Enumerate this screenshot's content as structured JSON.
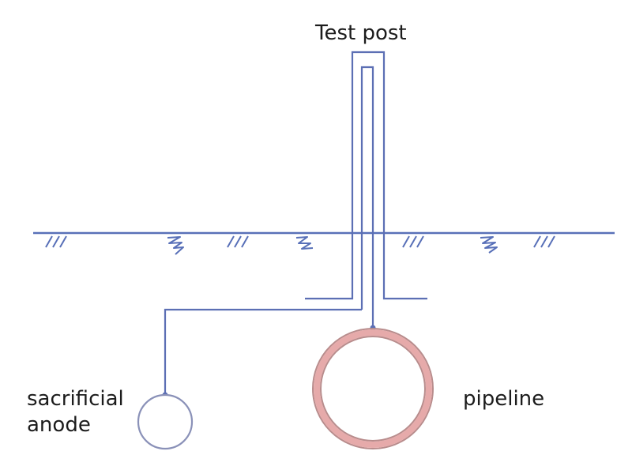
{
  "labels": {
    "test_post": "Test post",
    "sacrificial_anode_line1": "sacrificial",
    "sacrificial_anode_line2": "anode",
    "pipeline": "pipeline"
  },
  "colors": {
    "wire": "#5c6fb4",
    "ground_line": "#5870b8",
    "pipe_outer": "#b88c8c",
    "pipe_fill": "#e6aaaa",
    "anode": "#8a91b8",
    "text": "#1c1c1c"
  },
  "icons": {
    "ground_hatch": "soil-hatch-icon",
    "ground_squiggle": "soil-squiggle-icon"
  }
}
